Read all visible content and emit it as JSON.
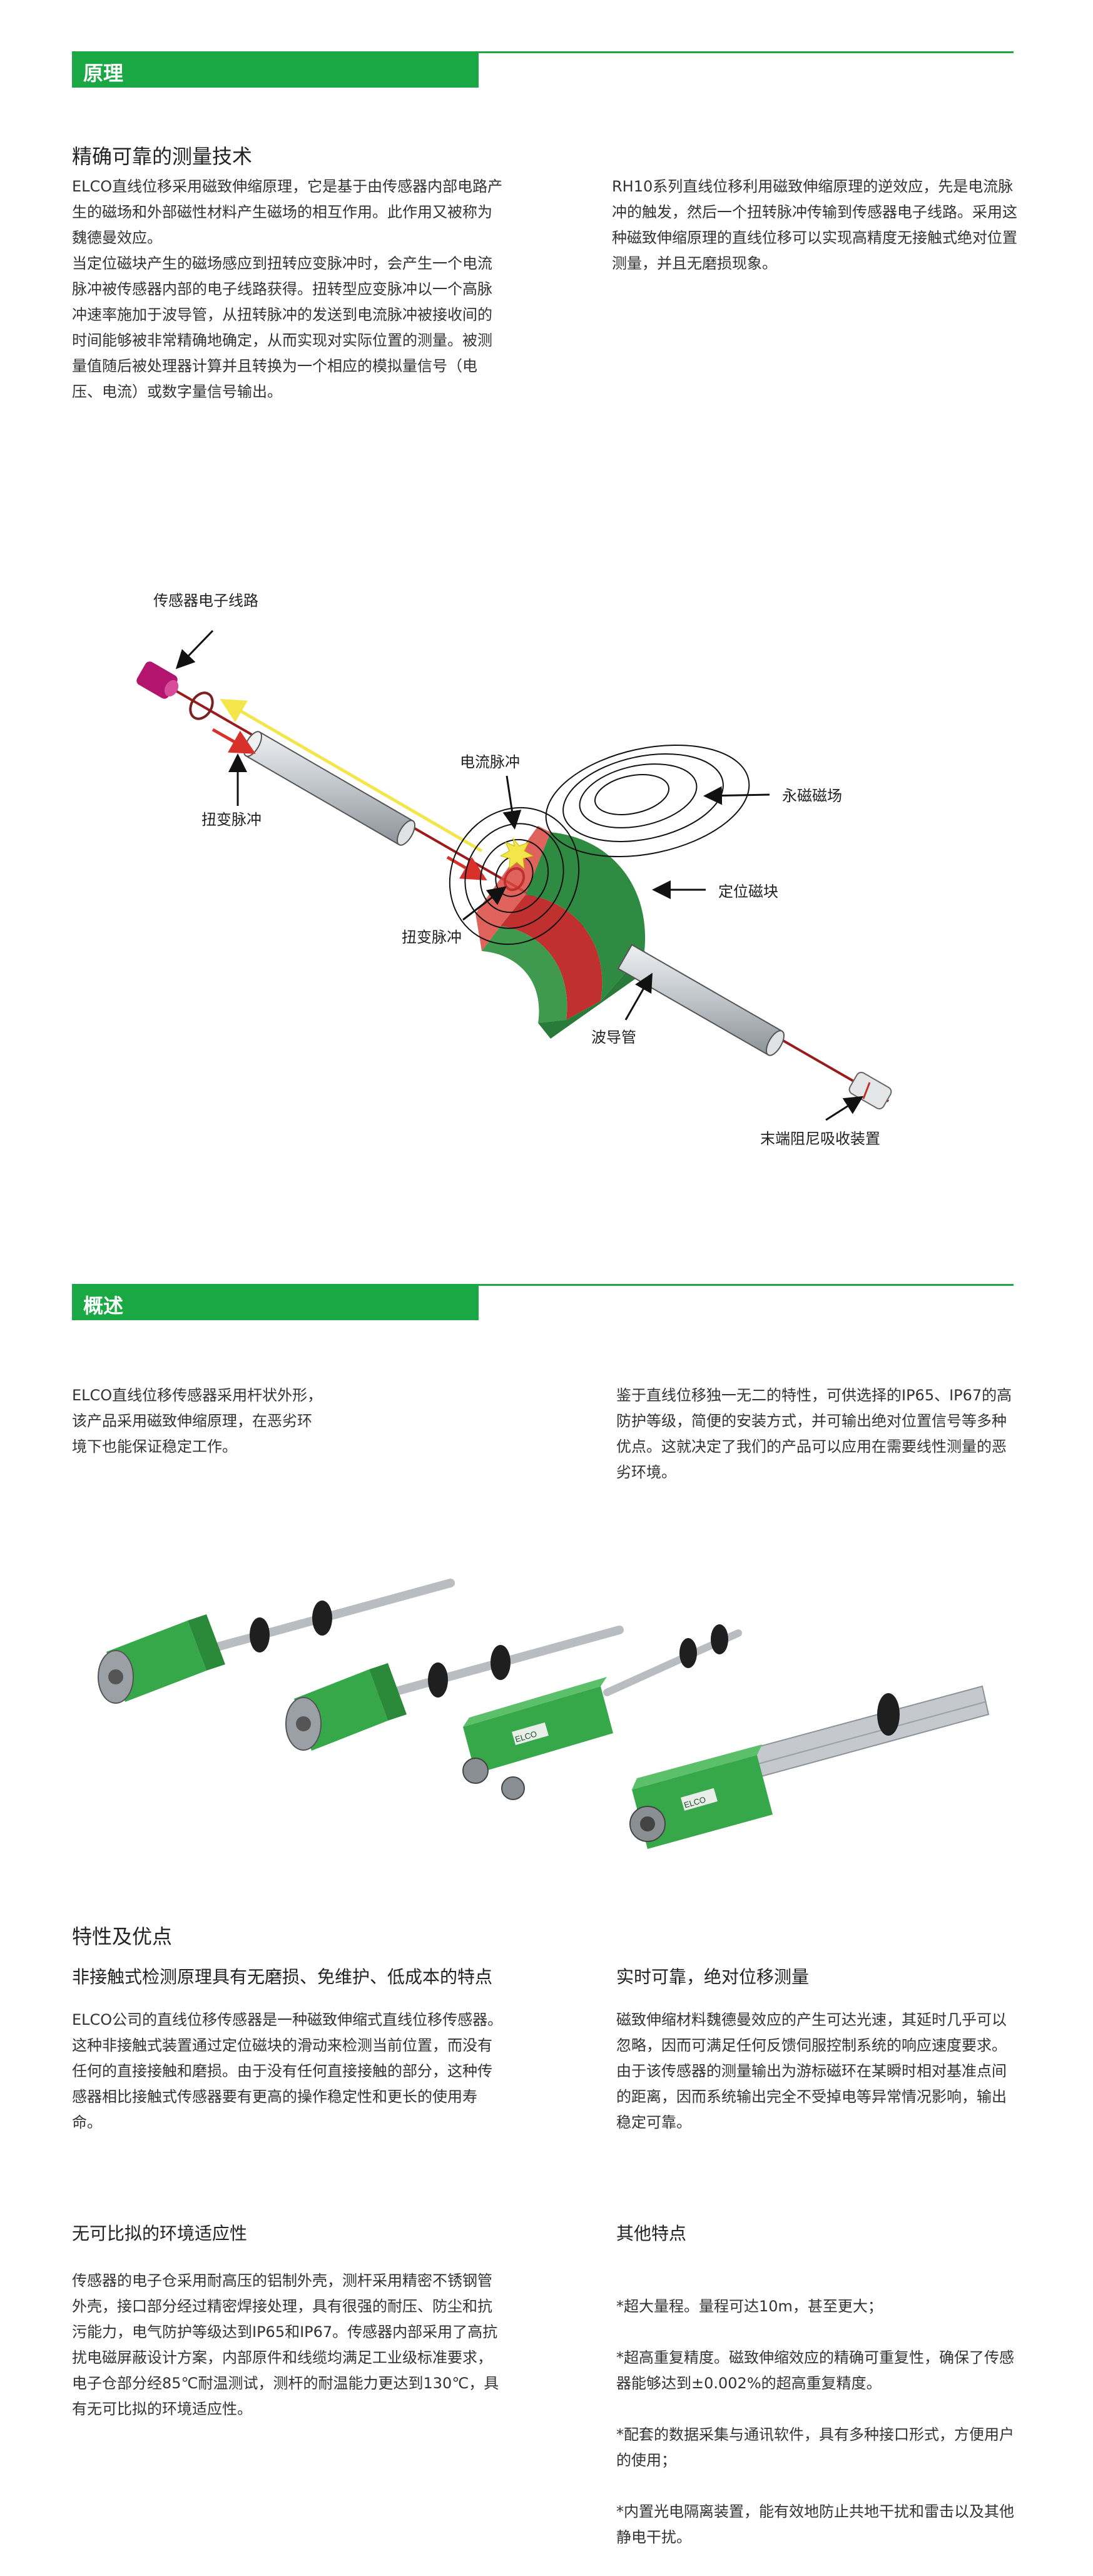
{
  "principle": {
    "section_label": "原理",
    "title": "精确可靠的测量技术",
    "left_paragraph": "ELCO直线位移采用磁致伸缩原理，它是基于由传感器内部电路产生的磁场和外部磁性材料产生磁场的相互作用。此作用又被称为魏德曼效应。\n当定位磁块产生的磁场感应到扭转应变脉冲时，会产生一个电流脉冲被传感器内部的电子线路获得。扭转型应变脉冲以一个高脉冲速率施加于波导管，从扭转脉冲的发送到电流脉冲被接收间的时间能够被非常精确地确定，从而实现对实际位置的测量。被测量值随后被处理器计算并且转换为一个相应的模拟量信号（电压、电流）或数字量信号输出。",
    "right_paragraph": "RH10系列直线位移利用磁致伸缩原理的逆效应，先是电流脉冲的触发，然后一个扭转脉冲传输到传感器电子线路。采用这种磁致伸缩原理的直线位移可以实现高精度无接触式绝对位置测量，并且无磨损现象。"
  },
  "diagram": {
    "labels": {
      "sensor_electronics": "传感器电子线路",
      "torsion_pulse_left": "扭变脉冲",
      "current_pulse": "电流脉冲",
      "permanent_field": "永磁磁场",
      "position_magnet": "定位磁块",
      "torsion_pulse_center": "扭变脉冲",
      "waveguide": "波导管",
      "damping_end": "末端阻尼吸收装置"
    },
    "colors": {
      "magnet_green": "#3f9a4f",
      "magnet_red": "#c0302e",
      "yellow_arrow": "#f3e64a",
      "red_arrow": "#d8312b",
      "tube_gray": "#c8ccd0",
      "cap_magenta": "#b3146e"
    }
  },
  "overview": {
    "section_label": "概述",
    "left_paragraph": "ELCO直线位移传感器采用杆状外形，\n该产品采用磁致伸缩原理，在恶劣环\n境下也能保证稳定工作。",
    "right_paragraph": "鉴于直线位移独一无二的特性，可供选择的IP65、IP67的高防护等级，简便的安装方式，并可输出绝对位置信号等多种优点。这就决定了我们的产品可以应用在需要线性测量的恶劣环境。"
  },
  "products": {
    "brand_text": "ELCO",
    "colors": {
      "housing_green": "#36a84a",
      "rod_silver": "#b9bdc2",
      "ring_black": "#1f1f1f"
    }
  },
  "features": {
    "title": "特性及优点",
    "items": [
      {
        "heading": "非接触式检测原理具有无磨损、免维护、低成本的特点",
        "text": "ELCO公司的直线位移传感器是一种磁致伸缩式直线位移传感器。这种非接触式装置通过定位磁块的滑动来检测当前位置，而没有任何的直接接触和磨损。由于没有任何直接接触的部分，这种传感器相比接触式传感器要有更高的操作稳定性和更长的使用寿命。"
      },
      {
        "heading": "实时可靠，绝对位移测量",
        "text": "磁致伸缩材料魏德曼效应的产生可达光速，其延时几乎可以忽略，因而可满足任何反馈伺服控制系统的响应速度要求。由于该传感器的测量输出为游标磁环在某瞬时相对基准点间的距离，因而系统输出完全不受掉电等异常情况影响，输出稳定可靠。"
      },
      {
        "heading": "无可比拟的环境适应性",
        "text": "传感器的电子仓采用耐高压的铝制外壳，测杆采用精密不锈钢管外壳，接口部分经过精密焊接处理，具有很强的耐压、防尘和抗污能力，电气防护等级达到IP65和IP67。传感器内部采用了高抗扰电磁屏蔽设计方案，内部原件和线缆均满足工业级标准要求，电子仓部分经85℃耐温测试，测杆的耐温能力更达到130℃，具有无可比拟的环境适应性。"
      },
      {
        "heading": "其他特点",
        "list": [
          "*超大量程。量程可达10m，甚至更大；",
          "*超高重复精度。磁致伸缩效应的精确可重复性，确保了传感器能够达到±0.002%的超高重复精度。",
          "*配套的数据采集与通讯软件，具有多种接口形式，方便用户的使用；",
          "*内置光电隔离装置，能有效地防止共地干扰和雷击以及其他静电干扰。"
        ]
      }
    ]
  }
}
